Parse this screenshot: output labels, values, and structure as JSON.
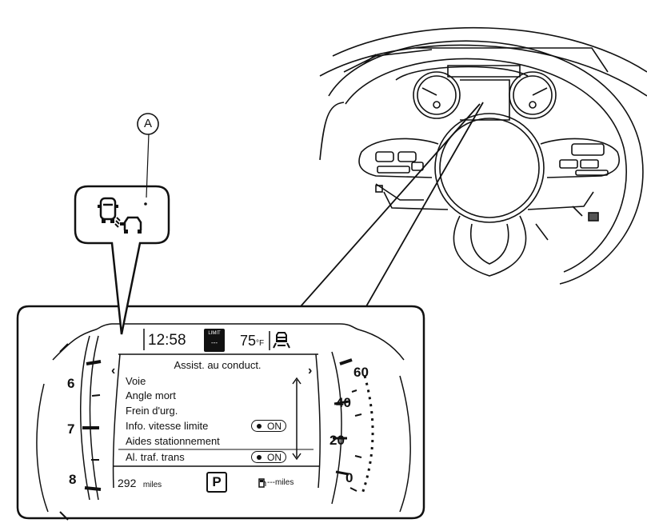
{
  "callout": {
    "letter": "A"
  },
  "cluster_display": {
    "time": "12:58",
    "speed_limit": {
      "title": "LIMIT",
      "value": "---"
    },
    "temperature": {
      "value": "75",
      "unit": "°F"
    },
    "menu": {
      "title": "Assist. au conduct.",
      "left_arrow": "‹",
      "right_arrow": "›",
      "items": [
        {
          "label": "Voie"
        },
        {
          "label": "Angle mort"
        },
        {
          "label": "Frein d'urg."
        },
        {
          "label": "Info. vitesse limite",
          "state": "ON"
        },
        {
          "label": "Aides stationnement"
        },
        {
          "label": "Al. traf. trans",
          "state": "ON"
        }
      ]
    },
    "footer": {
      "range_value": "292",
      "range_unit": "miles",
      "gear": "P",
      "fuel_range": "---",
      "fuel_unit": "miles"
    }
  },
  "tachometer": {
    "labels": [
      "6",
      "7",
      "8"
    ]
  },
  "speedometer": {
    "labels": [
      "60",
      "40",
      "20",
      "0"
    ]
  },
  "icons": [
    "car-with-sensor-waves-icon",
    "fuel-pump-icon",
    "speed-limit-sign-icon",
    "road-lane-icon"
  ]
}
